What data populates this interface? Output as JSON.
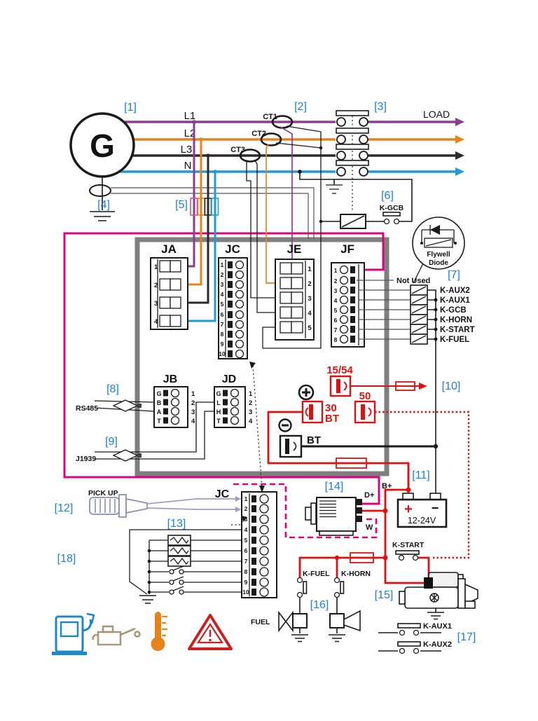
{
  "callouts": [
    "[1]",
    "[2]",
    "[3]",
    "[4]",
    "[5]",
    "[6]",
    "[7]",
    "[8]",
    "[9]",
    "[10]",
    "[11]",
    "[12]",
    "[13]",
    "[14]",
    "[15]",
    "[16]",
    "[17]",
    "[18]"
  ],
  "generator_symbol": "G",
  "phases": {
    "l1": "L1",
    "l2": "L2",
    "l3": "L3",
    "n": "N"
  },
  "cts": {
    "ct1": "CT1",
    "ct2": "CT2",
    "ct3": "CT3"
  },
  "load_label": "LOAD",
  "breaker": {
    "aux_label": "K-GCB"
  },
  "flywheel_diode": {
    "line1": "Flywell",
    "line2": "Diode"
  },
  "outputs": {
    "not_used": "Not Used",
    "relays": [
      "K-AUX2",
      "K-AUX1",
      "K-GCB",
      "K-HORN",
      "K-START",
      "K-FUEL"
    ]
  },
  "connectors": {
    "ja": "JA",
    "jc": "JC",
    "je": "JE",
    "jf": "JF",
    "jb": "JB",
    "jd": "JD",
    "jc_external": "JC"
  },
  "pin_numbers": [
    "1",
    "2",
    "3",
    "4",
    "5",
    "6",
    "7",
    "8",
    "9",
    "10"
  ],
  "jb_pin_letters": [
    "G",
    "B",
    "A",
    "T"
  ],
  "jd_pin_letters": [
    "G",
    "L",
    "H",
    "T"
  ],
  "comm": {
    "rs485": "RS485",
    "j1939": "J1939"
  },
  "terminals": {
    "t15_54": "15/54",
    "t50": "50",
    "t30_line1": "30",
    "t30_line2": "BT",
    "bt": "BT"
  },
  "battery": {
    "plus": "+",
    "minus": "−",
    "voltage": "12-24V"
  },
  "alternator": {
    "d_plus": "D+",
    "b_plus": "B+",
    "w": "W"
  },
  "pickup_label": "PICK UP",
  "fuel_label": "FUEL",
  "contacts": {
    "k_start": "K-START",
    "k_fuel": "K-FUEL",
    "k_horn": "K-HORN",
    "k_aux1": "K-AUX1",
    "k_aux2": "K-AUX2"
  },
  "icons": {
    "fuel": "fuel-pump-icon",
    "oil": "oil-can-icon",
    "temperature": "thermometer-icon",
    "alarm": "warning-triangle-icon"
  },
  "colors": {
    "phase_l1": "#8d3d8d",
    "phase_l2": "#e8831c",
    "phase_l3": "#2b2b2b",
    "neutral": "#1e9cd7",
    "magenta": "#e0007f",
    "red": "#e01010",
    "callout_blue": "#1a7ee0",
    "controller_grey": "#7f7f7f",
    "pickup_wire": "#9a9ec8"
  }
}
